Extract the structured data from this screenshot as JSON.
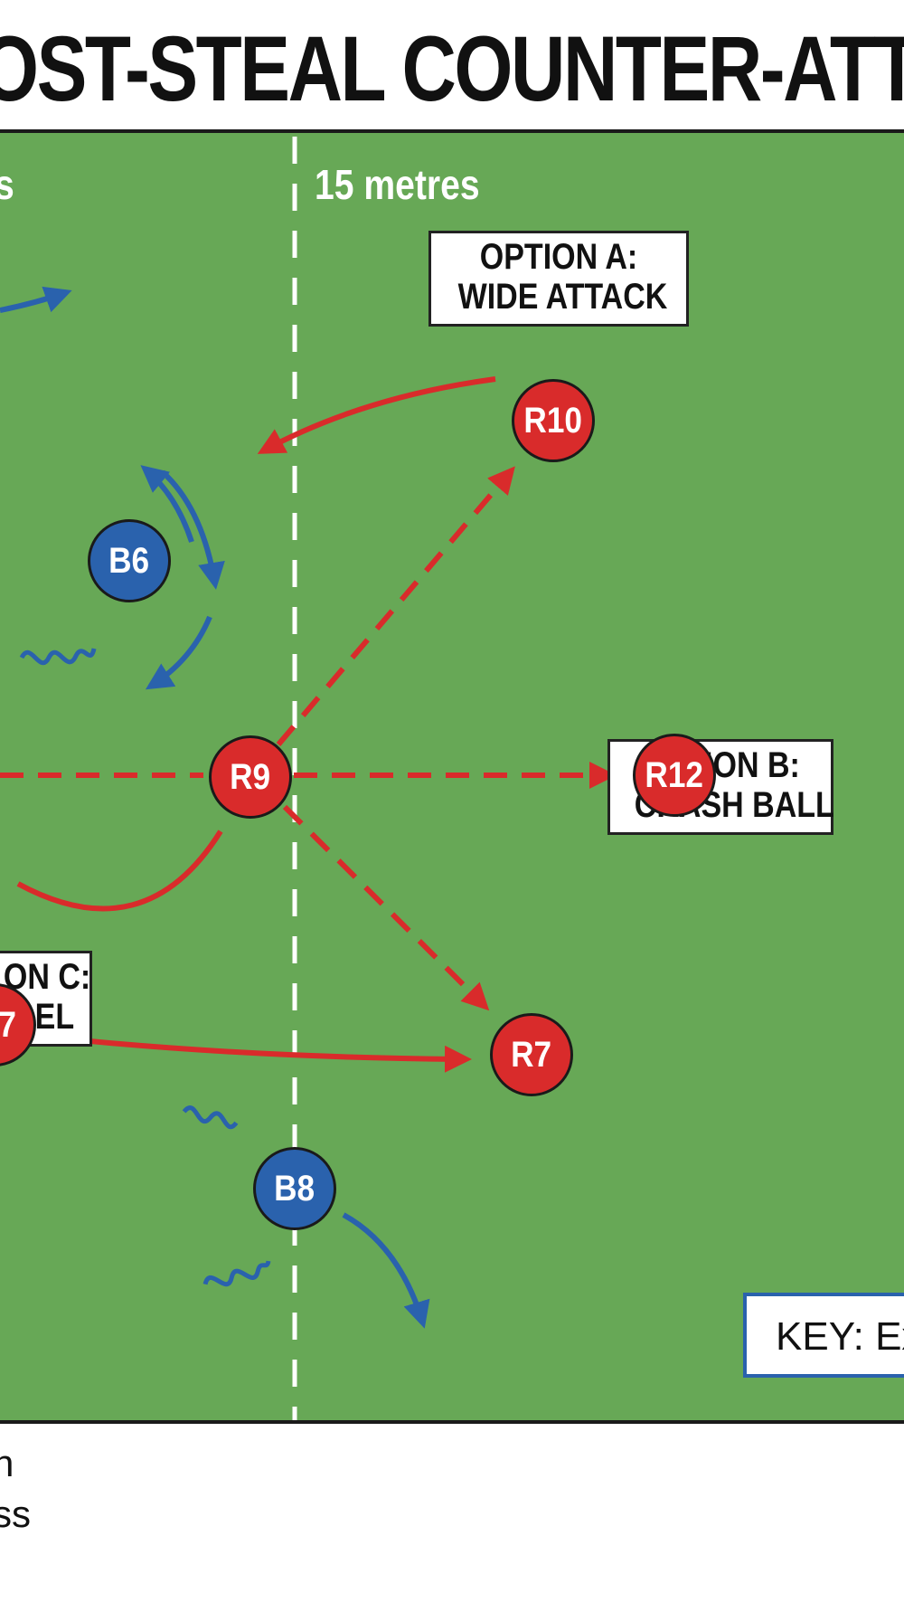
{
  "title": "OST-STEAL COUNTER-ATT",
  "field": {
    "left_label": "s",
    "line_label": "15 metres"
  },
  "options": {
    "a_line1": "OPTION A:",
    "a_line2": "WIDE ATTACK",
    "b_line1": "OPTION B:",
    "b_line2": "CRASH BALL",
    "c_line1": "ON C:",
    "c_line2": "EL"
  },
  "players": {
    "r10": "R10",
    "r9": "R9",
    "r12": "R12",
    "r7_right": "R7",
    "r7_left": "7",
    "b6": "B6",
    "b8": "B8"
  },
  "key": {
    "label": "KEY: Ex"
  },
  "below_text": {
    "line1": "n",
    "line2": "ss"
  },
  "colors": {
    "field": "#67a856",
    "red_team": "#d92b2b",
    "blue_team": "#2a62ad"
  },
  "icons": {
    "arrowhead": "triangle",
    "wave": "squiggle"
  }
}
